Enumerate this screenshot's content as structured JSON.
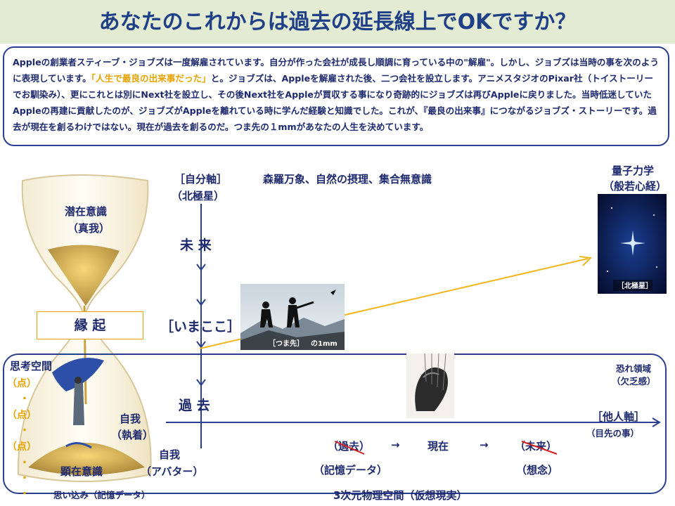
{
  "title": "あなたのこれからは過去の延長線上でOKですか？",
  "story": {
    "part1": "Appleの創業者スティーブ・ジョブズは一度解雇されています。自分が作った会社が成長し順調に育っている中の\"解雇\"。しかし、ジョブズは当時の事を次のように表現しています。",
    "highlight": "「人生で最良の出来事だった」",
    "part2": "と。ジョブズは、Appleを解雇された後、二つ会社を設立します。アニメスタジオのPixar社（トイストーリーでお馴染み）、更にこれとは別にNext社を設立し、その後Next社をAppleが買収する事になり奇跡的にジョブズは再びAppleに戻りました。当時低迷していたAppleの再建に貢献したのが、ジョブズがAppleを離れている時に学んだ経験と知識でした。これが、『最良の出来事』につながるジョブズ・ストーリーです。過去が現在を創るわけではない。現在が過去を創るのだ。つま先の１mmがあなたの人生を決めています。"
  },
  "labels": {
    "self_axis": "［自分軸］",
    "north_star_paren": "（北極星）",
    "cosmos": "森羅万象、自然の摂理、集合無意識",
    "quantum": "量子力学",
    "hannya": "（般若心経）",
    "subconscious": "潜在意識",
    "true_self": "（真我）",
    "future": "未 来",
    "here_now": "［いまここ］",
    "engi": "縁 起",
    "thought_space": "思考空間",
    "point": "（点）",
    "dot": "・",
    "fear_zone": "恐れ領域",
    "lack": "（欠乏感）",
    "past_axis": "過 去",
    "ego": "自我",
    "attachment": "（執着）",
    "other_axis": "［他人軸］",
    "immediate": "（目先の事）",
    "ego2": "自我",
    "avatar": "（アバター）",
    "conscious": "顕在意識",
    "assumption": "思い込み（記憶データ）",
    "past_paren": "（過去）",
    "arrow": "→",
    "present": "現在",
    "future_paren": "（未来）",
    "memory_data": "（記憶データ）",
    "imagination": "（想念）",
    "physical_space": "3次元物理空間（仮想現実）",
    "toe_caption_a": "［つま先］",
    "toe_caption_b": "の1mm",
    "star_caption": "［北極星］"
  },
  "colors": {
    "title": "#1f3f86",
    "text": "#1e2a6e",
    "accent": "#e8a200",
    "title_bg": "#e3ecd3",
    "strike": "#d22020"
  },
  "icons": [
    "hourglass-icon",
    "hikers-photo-icon",
    "north-star-photo-icon",
    "puppet-head-icon",
    "down-arrow-icon"
  ]
}
